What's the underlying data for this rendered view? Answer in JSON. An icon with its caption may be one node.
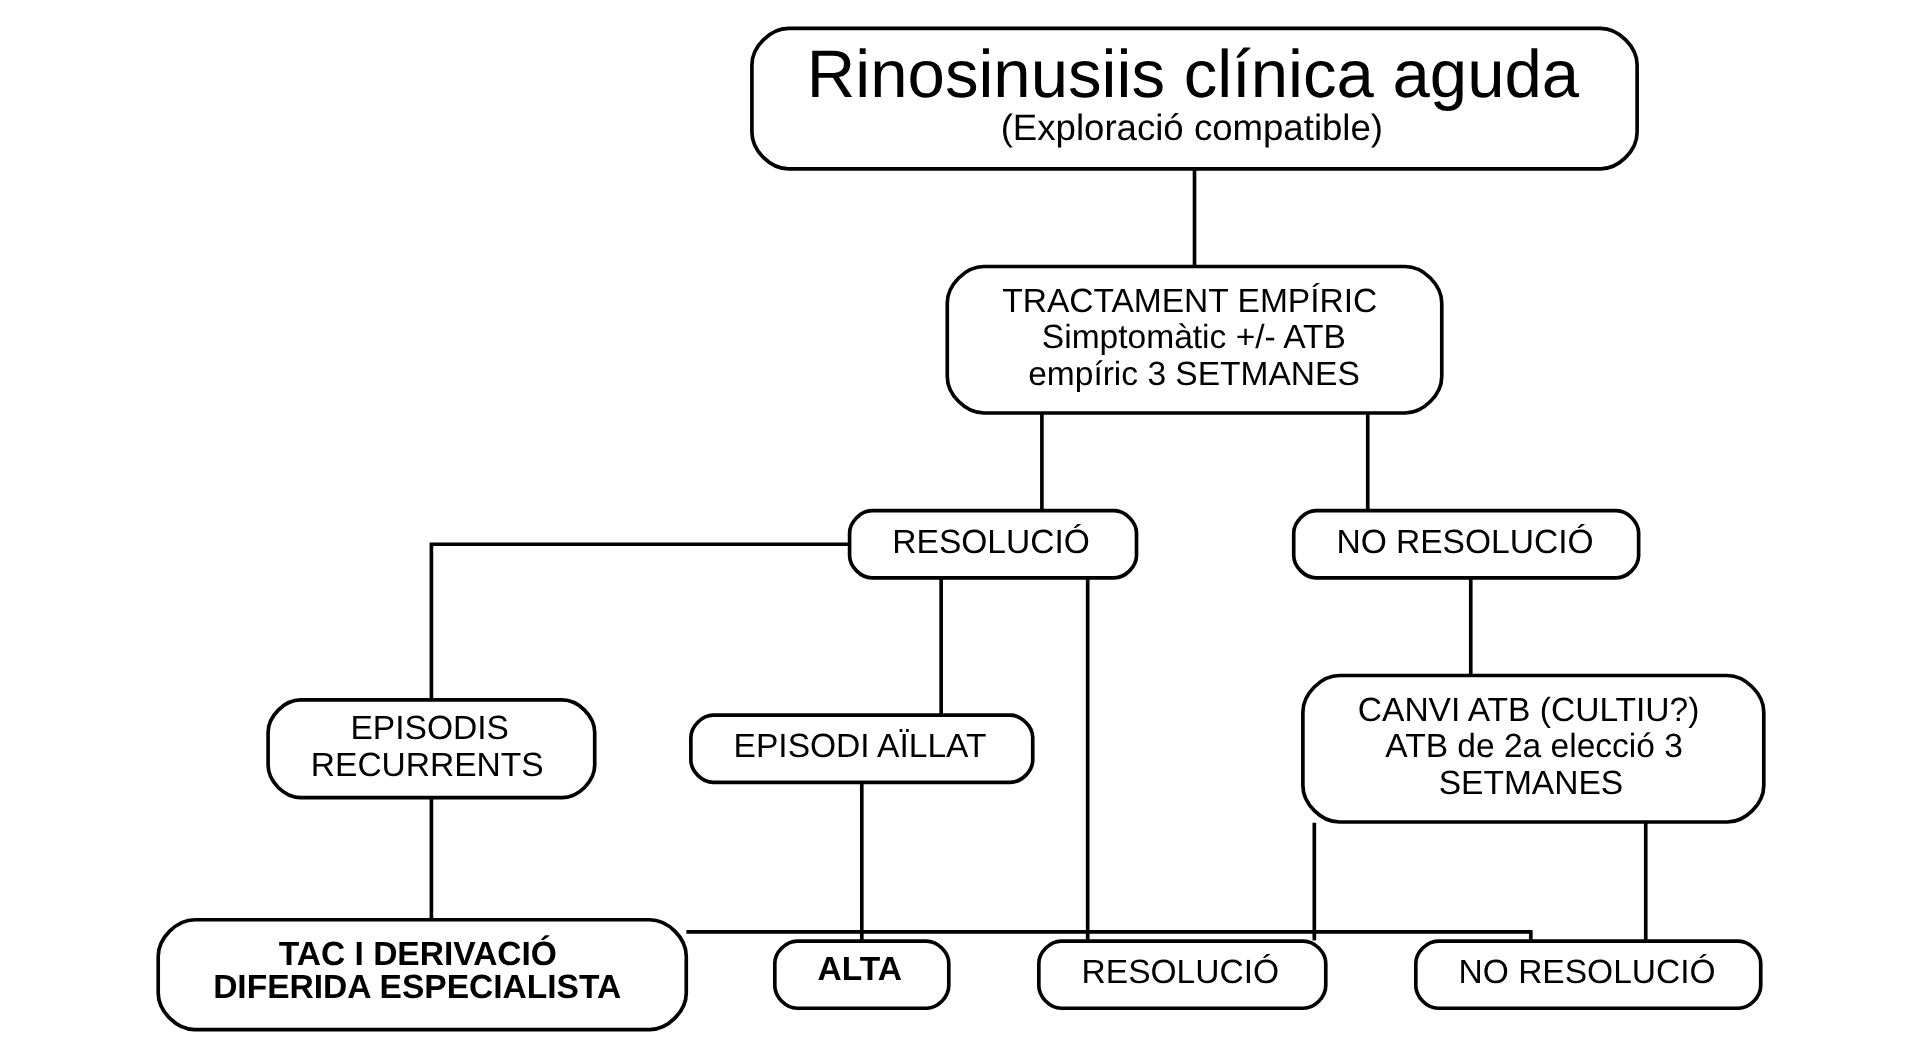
{
  "diagram": {
    "nodes": [
      {
        "text": [
          "Rinosinusiis clínica aguda",
          "(Exploració compatible)"
        ]
      },
      {
        "text": [
          "TRACTAMENT EMPÍRIC Simptomàtic +/- ATB empíric 3 SETMANES"
        ]
      },
      {
        "text": [
          "RESOLUCIÓ"
        ]
      },
      {
        "text": [
          "NO RESOLUCIÓ"
        ]
      },
      {
        "text": [
          "EPISODI AÏLLAT"
        ]
      },
      {
        "text": [
          "EPISODIS RECURRENTS"
        ]
      },
      {
        "text": [
          "ALTA"
        ]
      },
      {
        "text": [
          "TAC I DERIVACIÓ DIFERIDA ESPECIALISTA"
        ]
      },
      {
        "text": [
          "CANVI ATB (CULTIU?) ATB de 2a elecció 3 SETMANES"
        ]
      },
      {
        "text": [
          "RESOLUCIÓ"
        ]
      },
      {
        "text": [
          "NO RESOLUCIÓ"
        ]
      }
    ],
    "edges": [
      {
        "from": 0,
        "to": 1,
        "arrow": "none"
      },
      {
        "from": 1,
        "to": 2,
        "arrow": "none"
      },
      {
        "from": 1,
        "to": 3,
        "arrow": "none"
      },
      {
        "from": 2,
        "to": 4,
        "arrow": "none"
      },
      {
        "from": 2,
        "to": 5,
        "arrow": "none"
      },
      {
        "from": 4,
        "to": 6,
        "arrow": "none"
      },
      {
        "from": 5,
        "to": 7,
        "arrow": "none"
      },
      {
        "from": 2,
        "to": 9,
        "arrow": "none"
      },
      {
        "from": 3,
        "to": 8,
        "arrow": "none"
      },
      {
        "from": 8,
        "to": 9,
        "arrow": "none"
      },
      {
        "from": 8,
        "to": 10,
        "arrow": "none"
      },
      {
        "from": 7,
        "to": 10,
        "arrow": "none"
      }
    ]
  }
}
